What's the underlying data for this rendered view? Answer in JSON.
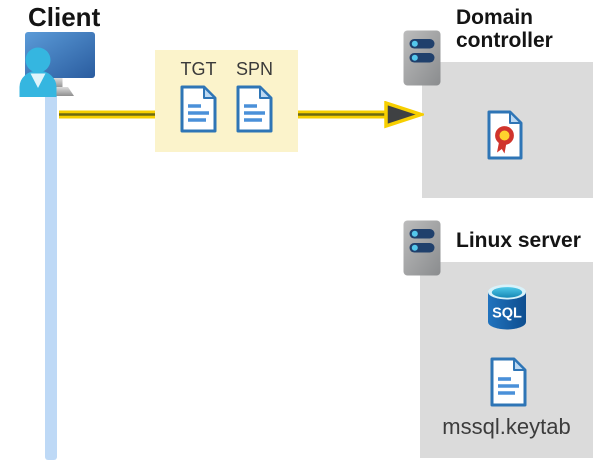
{
  "client": {
    "label": "Client"
  },
  "ticket_box": {
    "tgt_label": "TGT",
    "spn_label": "SPN"
  },
  "domain_controller": {
    "label": "Domain controller"
  },
  "linux_server": {
    "label": "Linux server",
    "sql_label": "SQL",
    "keytab_label": "mssql.keytab"
  },
  "colors": {
    "ticket_box_bg": "#FBF3CB",
    "server_box_bg": "#DBDBDB",
    "connection_blue": "#BED9F6",
    "arrow_yellow": "#F7CF00",
    "arrow_core": "#6E6A10",
    "arrowhead_dark": "#3F4143",
    "doc_blue": "#2E75B6",
    "doc_line_blue": "#4A90D9",
    "person_cyan": "#35B6E0",
    "sql_blue": "#15619F",
    "rosette_red": "#D0342C",
    "rosette_yellow": "#FFD22E"
  }
}
